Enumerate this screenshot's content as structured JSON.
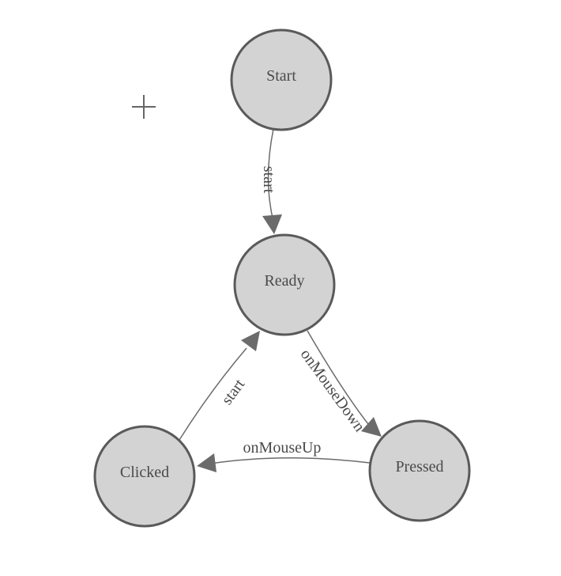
{
  "diagram": {
    "type": "state-machine",
    "background_color": "#ffffff",
    "node_fill": "#d3d3d3",
    "node_stroke": "#5a5a5a",
    "edge_color": "#6b6b6b",
    "label_color": "#4a4a4a",
    "origin_marker_icon": "plus-crosshair",
    "nodes": [
      {
        "label": "Start"
      },
      {
        "label": "Ready"
      },
      {
        "label": "Clicked"
      },
      {
        "label": "Pressed"
      }
    ],
    "edges": [
      {
        "from": "Start",
        "to": "Ready",
        "label": "start"
      },
      {
        "from": "Ready",
        "to": "Pressed",
        "label": "onMouseDown"
      },
      {
        "from": "Pressed",
        "to": "Clicked",
        "label": "onMouseUp"
      },
      {
        "from": "Clicked",
        "to": "Ready",
        "label": "start"
      }
    ]
  }
}
